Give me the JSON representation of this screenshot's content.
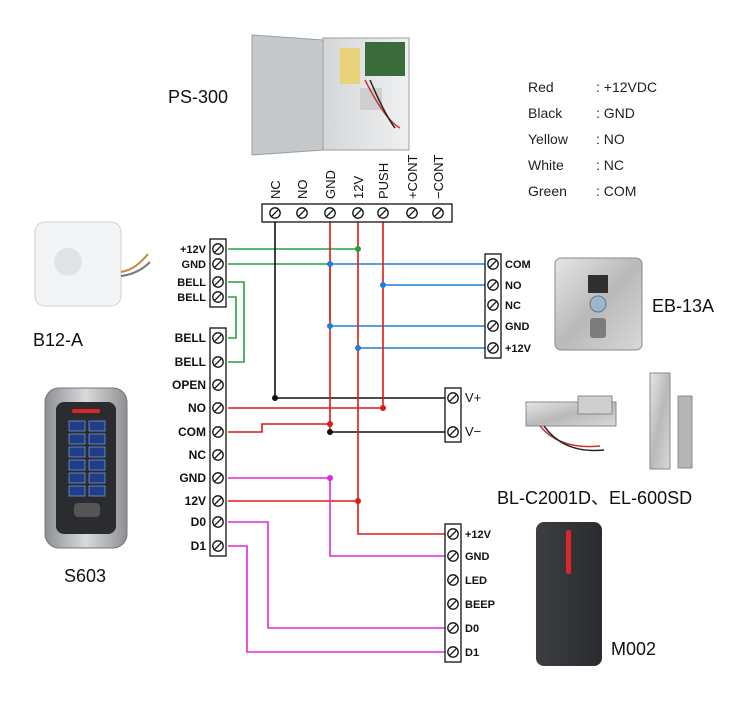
{
  "devices": {
    "power_supply": "PS-300",
    "doorbell": "B12-A",
    "keypad": "S603",
    "exit_button": "EB-13A",
    "locks": "BL-C2001D、EL-600SD",
    "reader": "M002"
  },
  "legend": [
    {
      "color": "Red",
      "meaning": ": +12VDC"
    },
    {
      "color": "Black",
      "meaning": ": GND"
    },
    {
      "color": "Yellow",
      "meaning": ": NO"
    },
    {
      "color": "White",
      "meaning": ": NC"
    },
    {
      "color": "Green",
      "meaning": ": COM"
    }
  ],
  "power_terminals": [
    "NC",
    "NO",
    "GND",
    "12V",
    "PUSH",
    "+CONT",
    "−CONT"
  ],
  "bell_terminals": [
    "+12V",
    "GND",
    "BELL",
    "BELL"
  ],
  "controller_terminals": [
    "BELL",
    "BELL",
    "OPEN",
    "NO",
    "COM",
    "NC",
    "GND",
    "12V",
    "D0",
    "D1"
  ],
  "exit_terminals": [
    "COM",
    "NO",
    "NC",
    "GND",
    "+12V"
  ],
  "lock_terminals": [
    "V+",
    "V−"
  ],
  "reader_terminals": [
    "+12V",
    "GND",
    "LED",
    "BEEP",
    "D0",
    "D1"
  ],
  "colors": {
    "wire_green": "#22a33a",
    "wire_blue": "#1e7fd8",
    "wire_red": "#e01818",
    "wire_black": "#111111",
    "wire_magenta": "#e02ad8"
  }
}
